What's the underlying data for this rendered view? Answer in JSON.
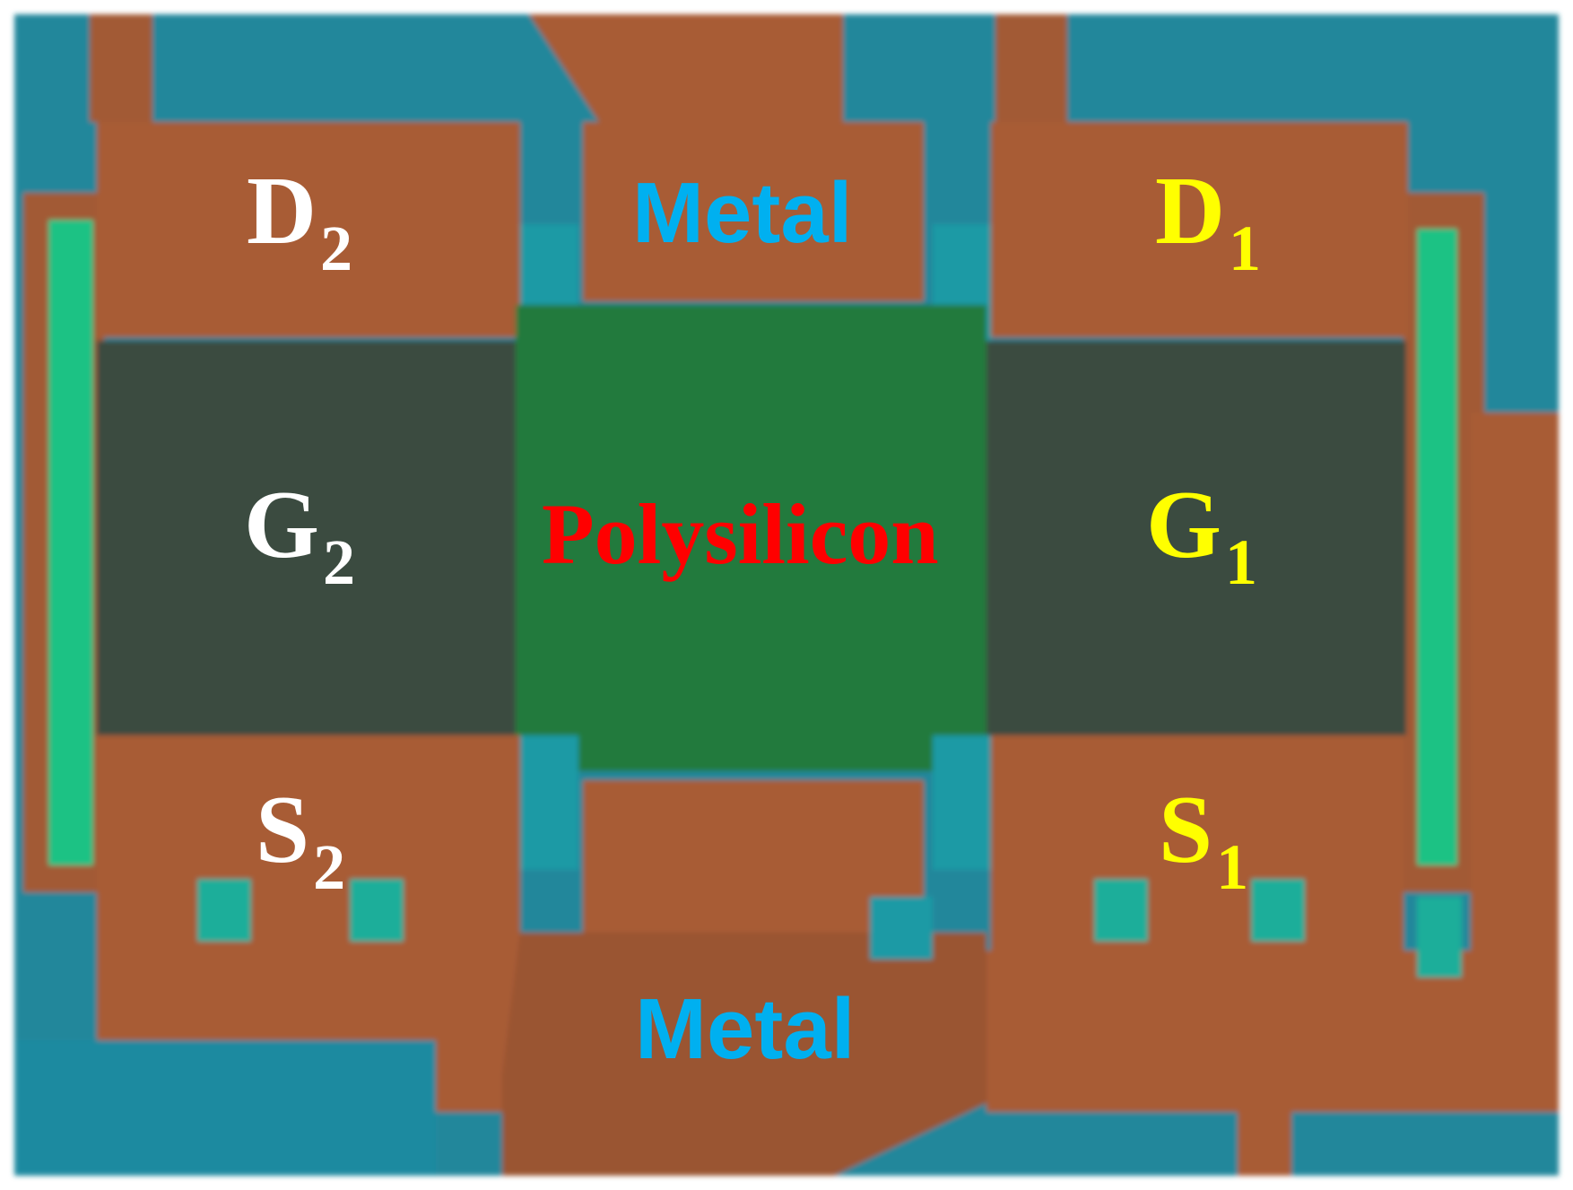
{
  "colors": {
    "background": "#ffffff",
    "substrate": "#1c8aa0",
    "metal": "#a85c35",
    "metal_dark": "#9a5530",
    "gate": "#3a4a3a",
    "polysilicon_region": "#1f7a3c",
    "oxide_green": "#1fc284",
    "label_device2": "#ffffff",
    "label_device1": "#ffff00",
    "label_metal": "#00b0f0",
    "label_polysilicon": "#ff0000"
  },
  "labels": {
    "metal_top": "Metal",
    "metal_bottom": "Metal",
    "polysilicon": "Polysilicon",
    "d2": {
      "letter": "D",
      "sub": "2"
    },
    "d1": {
      "letter": "D",
      "sub": "1"
    },
    "g2": {
      "letter": "G",
      "sub": "2"
    },
    "g1": {
      "letter": "G",
      "sub": "1"
    },
    "s2": {
      "letter": "S",
      "sub": "2"
    },
    "s1": {
      "letter": "S",
      "sub": "1"
    }
  }
}
